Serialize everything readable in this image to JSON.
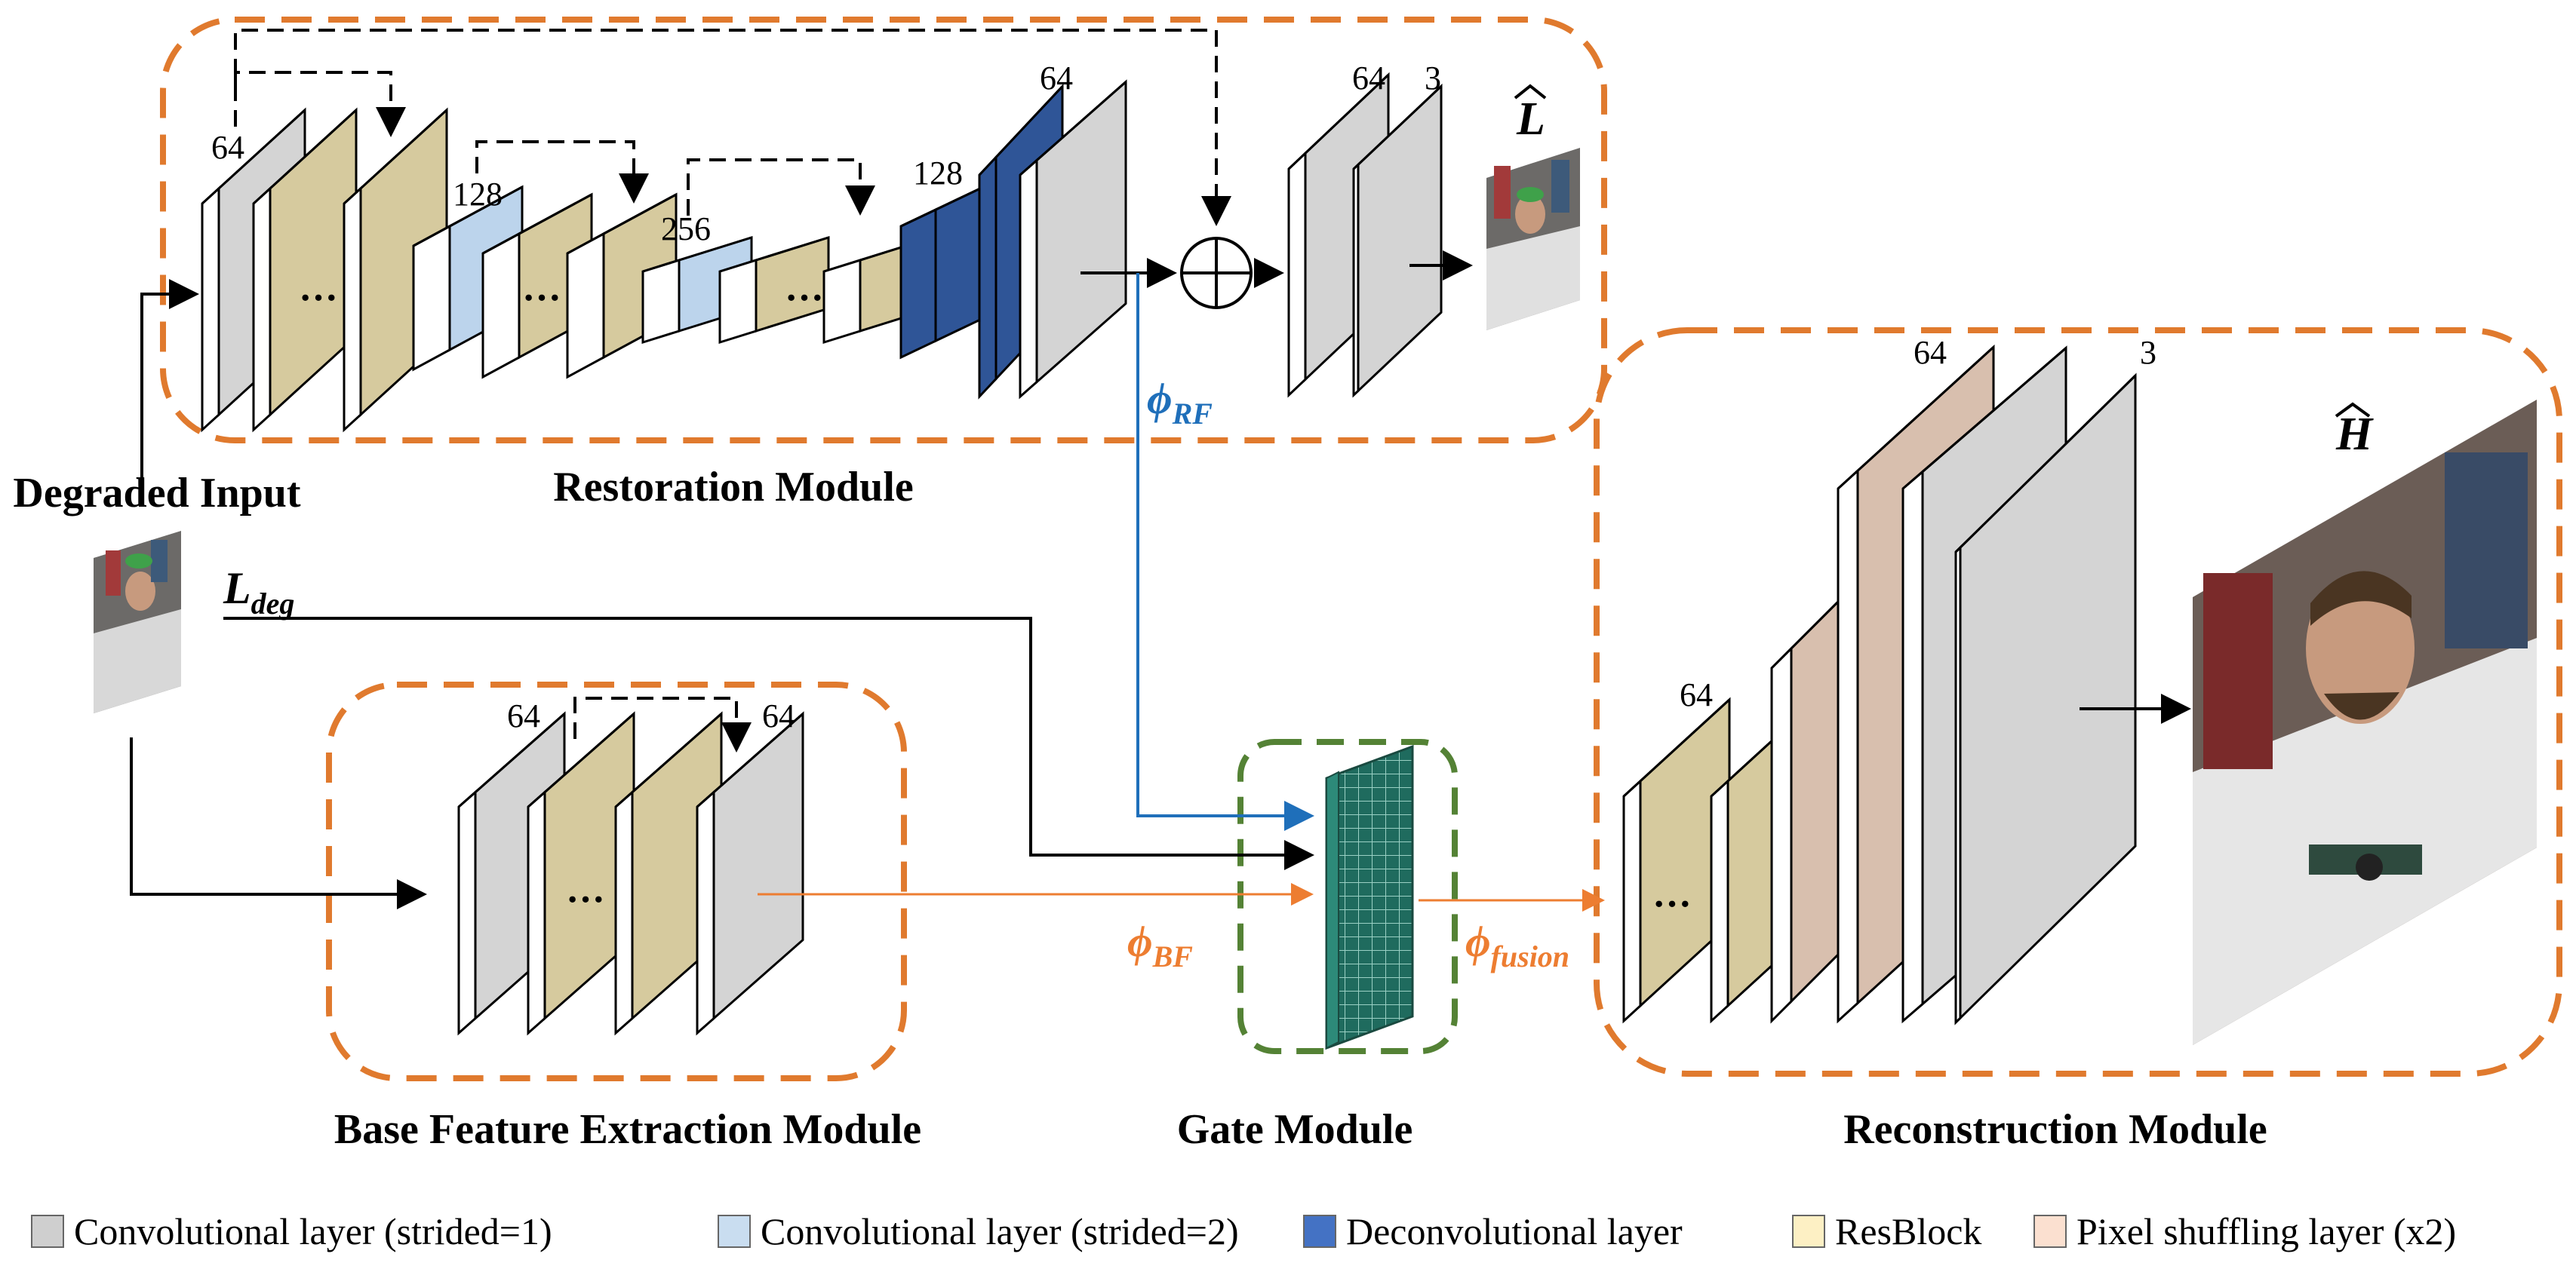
{
  "colors": {
    "conv1_front": "#ffffff",
    "conv1_side": "#d4d4d4",
    "conv2_front": "#dfeaf5",
    "conv2_side": "#bcd4ec",
    "deconv_front": "#4a74bf",
    "deconv_side": "#2f5597",
    "resblock_front": "#fdf3d2",
    "resblock_side": "#d6ca9e",
    "resblock2_front": "#fdf3d2",
    "resblock2_side": "#d8caa3",
    "pixshuf_front": "#fbe3d6",
    "pixshuf_side": "#d8bfae",
    "module_border": "#e07a2e",
    "gate_border": "#548235",
    "arrow_rf": "#1f6fba",
    "arrow_bf": "#ed7d31",
    "arrow_black": "#000000",
    "gate_fill": "#1f6b5e",
    "gate_grid": "#9ad0c4"
  },
  "modules": {
    "restoration": "Restoration Module",
    "base_feature": "Base Feature Extraction Module",
    "gate": "Gate Module",
    "reconstruction": "Reconstruction Module"
  },
  "input_label": "Degraded Input",
  "outputs": {
    "low": "L",
    "high": "H"
  },
  "math_labels": {
    "phi": "ϕ",
    "rf_sub": "RF",
    "bf_sub": "BF",
    "fusion_sub": "fusion",
    "ldeg_main": "L",
    "ldeg_sub": "deg"
  },
  "ellipsis": "···",
  "oplus": "⊕",
  "channel_labels": {
    "r_64_in": "64",
    "r_128": "128",
    "r_256": "256",
    "r_128_up": "128",
    "r_64_up": "64",
    "r_out_64": "64",
    "r_out_3": "3",
    "b_64_left": "64",
    "b_64_right": "64",
    "c_64_left": "64",
    "c_64_top": "64",
    "c_3": "3"
  },
  "legend": [
    {
      "key": "conv1",
      "label": "Convolutional layer (strided=1)",
      "color": "#cfcfcf"
    },
    {
      "key": "conv2",
      "label": "Convolutional layer (strided=2)",
      "color": "#c9ddf0"
    },
    {
      "key": "deconv",
      "label": "Deconvolutional layer",
      "color": "#4472c4"
    },
    {
      "key": "resblock",
      "label": "ResBlock",
      "color": "#fdf0c4"
    },
    {
      "key": "pixshuf",
      "label": "Pixel shuffling layer (x2)",
      "color": "#fbe0d0"
    }
  ]
}
